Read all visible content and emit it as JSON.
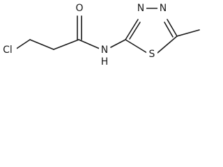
{
  "atoms": {
    "chlorine": "Cl",
    "oxygen": "O",
    "amide_nitrogen": "N",
    "amide_hydrogen": "H",
    "ring_nitrogen_1": "N",
    "ring_nitrogen_2": "N",
    "ring_sulfur": "S"
  }
}
